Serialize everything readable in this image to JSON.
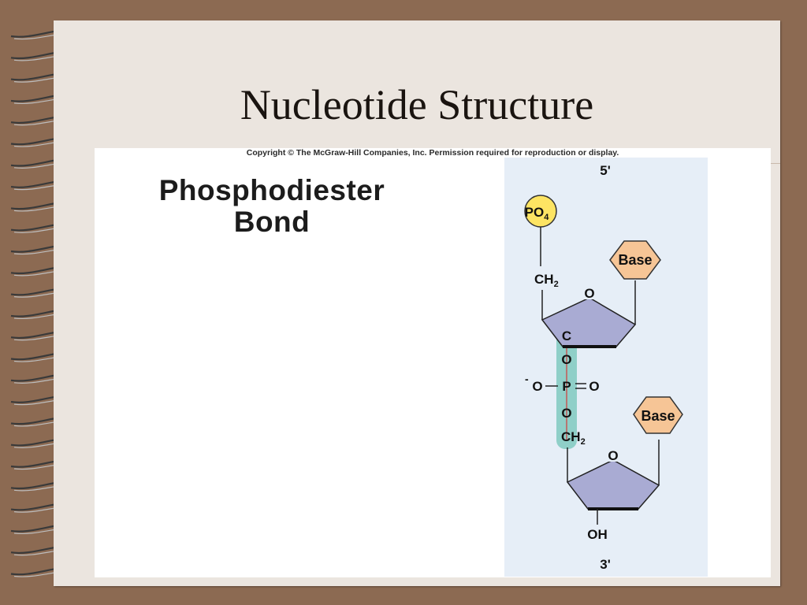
{
  "slide": {
    "title": "Nucleotide Structure"
  },
  "figure": {
    "copyright": "Copyright © The McGraw-Hill Companies, Inc. Permission required for reproduction or display.",
    "bond_label_line1": "Phosphodiester",
    "bond_label_line2": "Bond",
    "end_top": "5'",
    "end_bottom": "3'",
    "phosphate_label": "PO",
    "phosphate_subscript": "4",
    "base_top": "Base",
    "base_bottom": "Base",
    "ch2_top": "CH",
    "ch2_top_sub": "2",
    "ring_o_top": "O",
    "carbon_label": "C",
    "linker_o_upper": "O",
    "phosphate_center": "P",
    "phosphate_minus": "-",
    "phosphate_left_o": "O",
    "phosphate_right_o": "O",
    "linker_o_lower": "O",
    "ch2_bottom": "CH",
    "ch2_bottom_sub": "2",
    "ring_o_bottom": "O",
    "hydroxyl": "OH"
  },
  "colors": {
    "background": "#8c6a52",
    "page": "#ebe5df",
    "diagram_panel": "#e6eef7",
    "sugar_ring": "#a9abd3",
    "base": "#f6c596",
    "phosphate_circle": "#fde463",
    "bond_highlight": "#8fcfc8",
    "bond_line": "#d23a3a"
  }
}
